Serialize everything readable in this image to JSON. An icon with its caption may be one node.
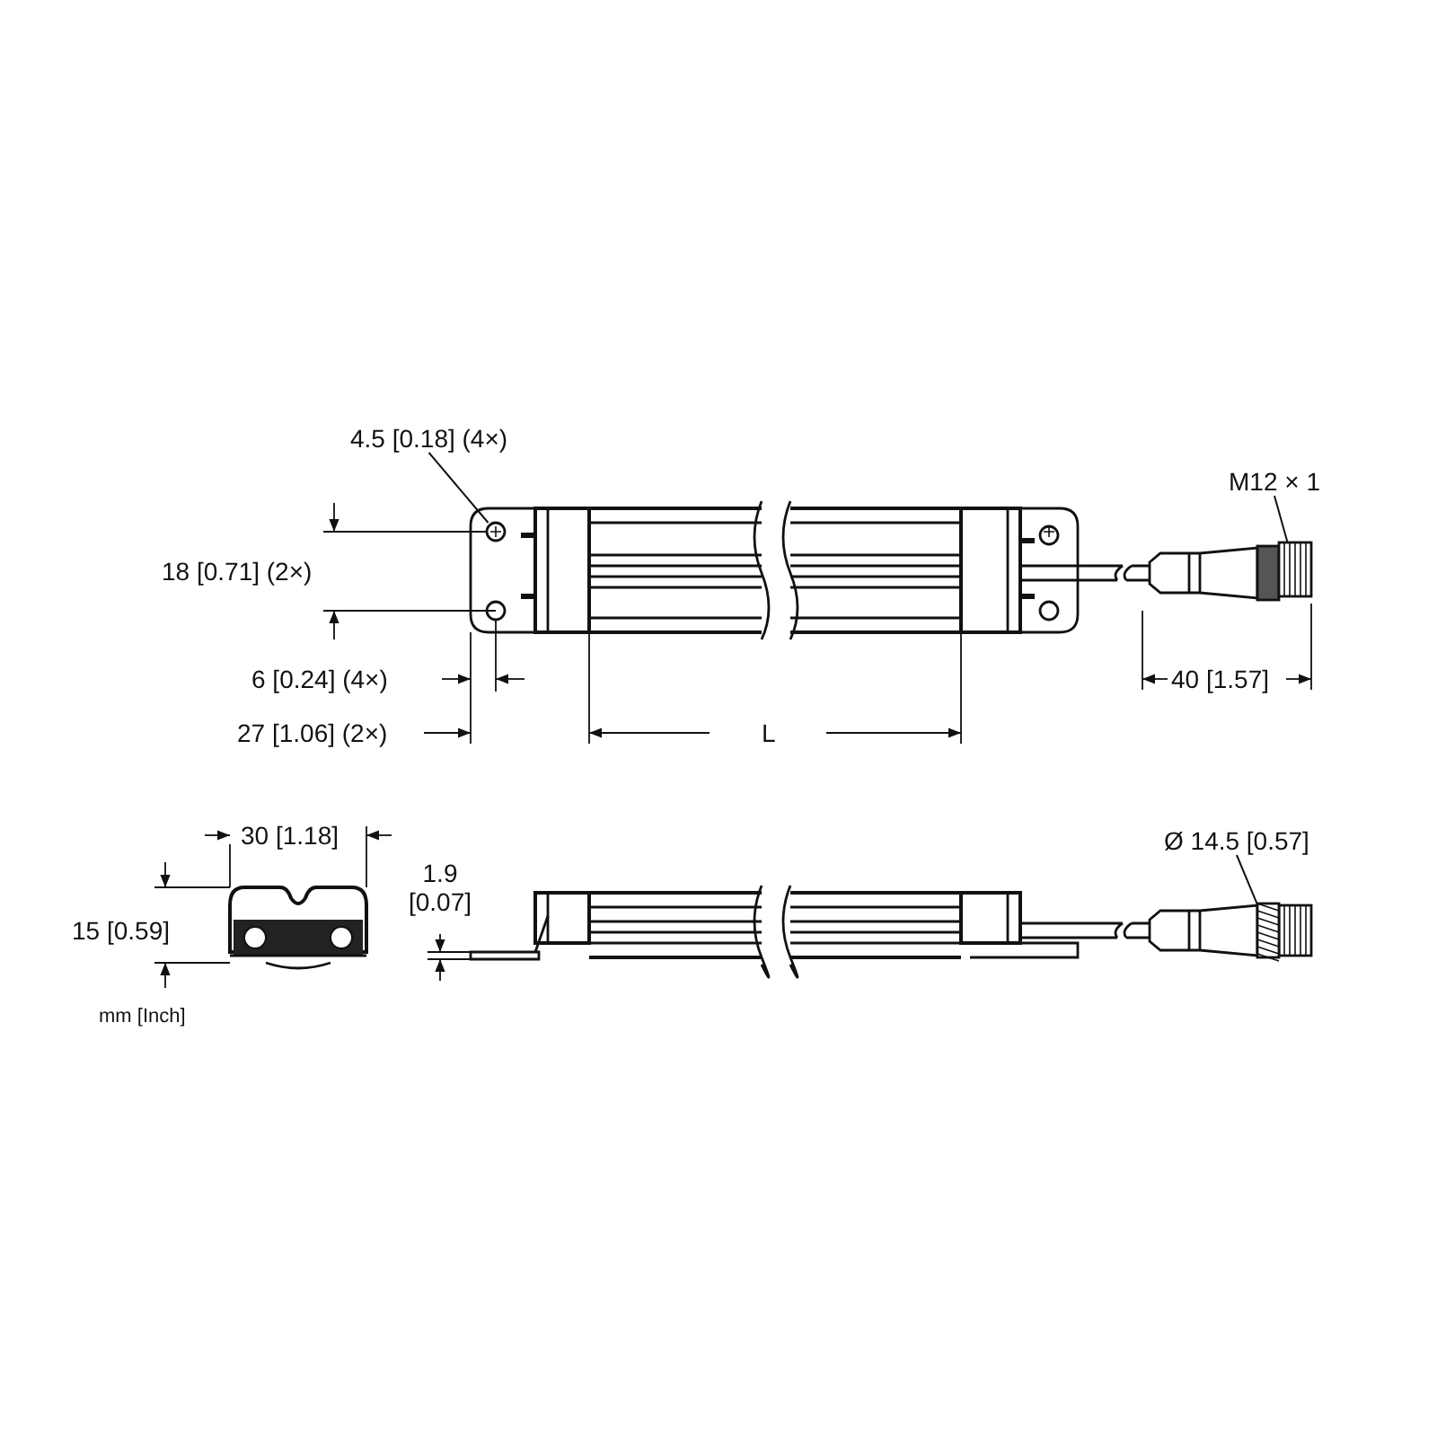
{
  "diagram": {
    "nodes": [
      {
        "text": [
          "4.5 [0.18] (4×)"
        ]
      },
      {
        "text": [],
        "shape": "circle"
      },
      {
        "text": [
          "M12 × 1"
        ]
      },
      {
        "text": [],
        "shape": "box"
      },
      {
        "text": [
          "Ø 14.5 [0.57]"
        ]
      },
      {
        "text": [],
        "shape": "box"
      }
    ],
    "edges": [
      {
        "from": 0,
        "to": 1,
        "arrow": "none"
      },
      {
        "from": 2,
        "to": 3,
        "arrow": "none"
      },
      {
        "from": 4,
        "to": 5,
        "arrow": "none"
      }
    ],
    "labels": [
      "18 [0.71] (2×)",
      "6 [0.24] (4×)",
      "40 [1.57]",
      "27 [1.06] (2×)",
      "L",
      "30 [1.18]",
      "1.9 [0.07]",
      "15 [0.59]",
      "mm [Inch]"
    ]
  }
}
